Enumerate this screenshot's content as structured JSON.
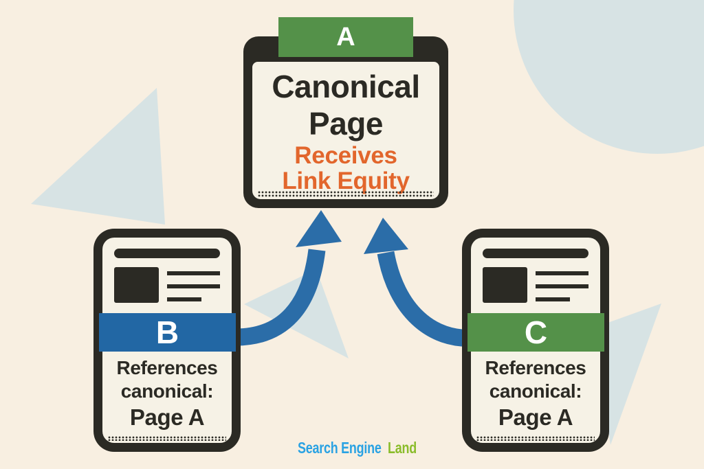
{
  "canonical_card": {
    "tab_label": "A",
    "title_lines": [
      "Canonical",
      "Page"
    ],
    "subtitle_lines": [
      "Receives",
      "Link Equity"
    ]
  },
  "referring_pages": {
    "b": {
      "banner_label": "B",
      "caption_lines": [
        "References",
        "canonical:"
      ],
      "target_label": "Page A"
    },
    "c": {
      "banner_label": "C",
      "caption_lines": [
        "References",
        "canonical:"
      ],
      "target_label": "Page A"
    }
  },
  "branding": {
    "logo_text_primary": "Search Engine",
    "logo_text_secondary": "Land"
  },
  "palette": {
    "background": "#f8efe1",
    "card_fill": "#f6f2e6",
    "outline_dark": "#2b2a24",
    "accent_green": "#549149",
    "accent_blue": "#2267a4",
    "arrow_blue": "#2b6da8",
    "accent_orange": "#e2662c",
    "decor_blue": "#d7e3e4",
    "logo_blue": "#29a2e3",
    "logo_green": "#8abc2a"
  }
}
